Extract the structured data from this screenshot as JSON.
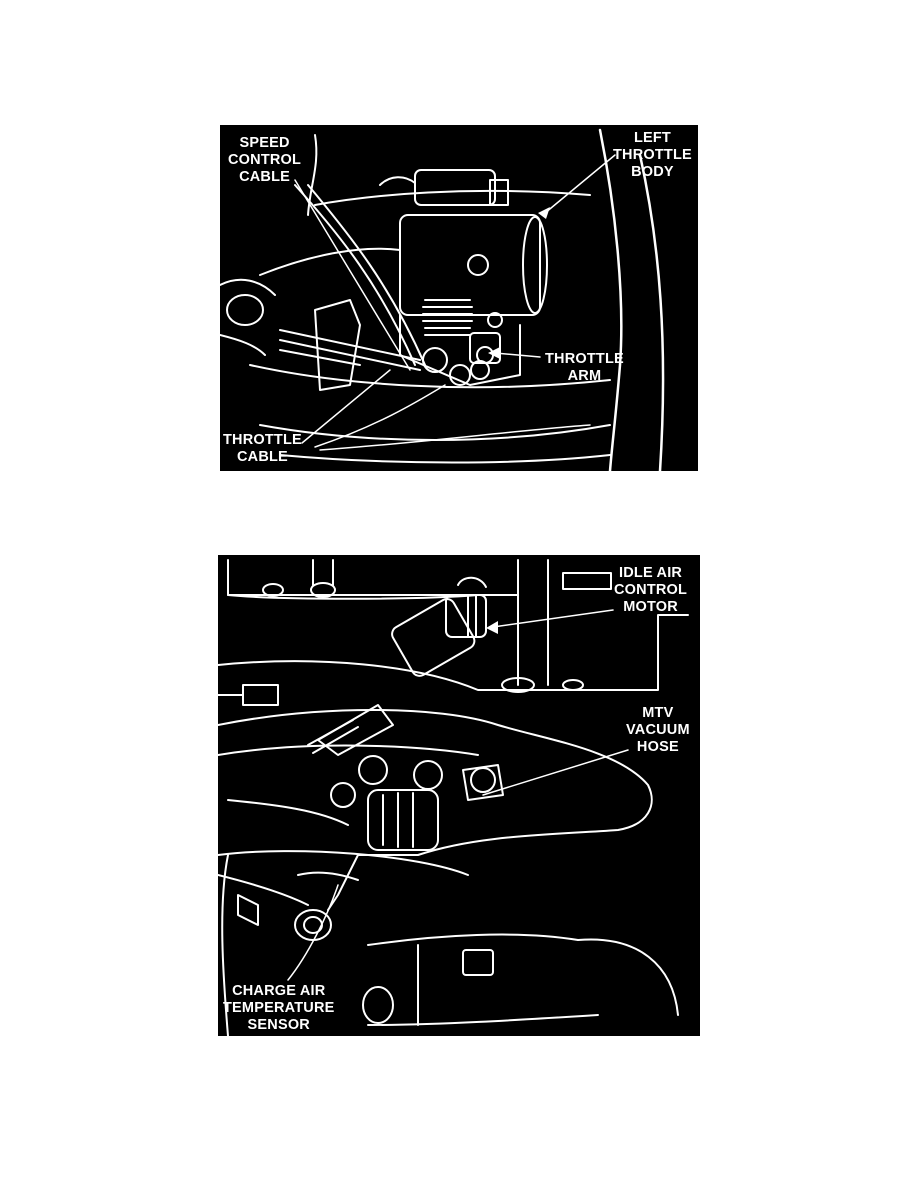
{
  "figures": [
    {
      "labels": {
        "speed_control_cable": [
          "SPEED",
          "CONTROL",
          "CABLE"
        ],
        "left_throttle_body": [
          "LEFT",
          "THROTTLE",
          "BODY"
        ],
        "throttle_arm": [
          "THROTTLE",
          "ARM"
        ],
        "throttle_cable": [
          "THROTTLE",
          "CABLE"
        ]
      }
    },
    {
      "labels": {
        "idle_air_control_motor": [
          "IDLE AIR",
          "CONTROL",
          "MOTOR"
        ],
        "mtv_vacuum_hose": [
          "MTV",
          "VACUUM",
          "HOSE"
        ],
        "charge_air_temperature_sensor": [
          "CHARGE AIR",
          "TEMPERATURE",
          "SENSOR"
        ]
      }
    }
  ],
  "colors": {
    "background": "#000000",
    "linework": "#ffffff",
    "page": "#ffffff"
  }
}
